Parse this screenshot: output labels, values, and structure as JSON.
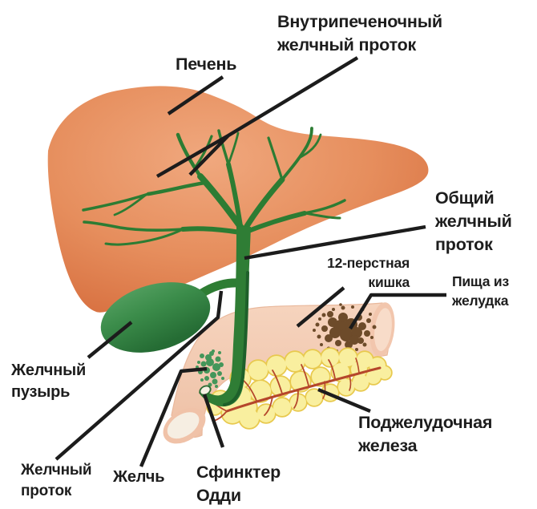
{
  "diagram": {
    "subject": "Желчевыводящая система (печень, желчный пузырь, протоки)",
    "labels": {
      "liver": {
        "text": "Печень"
      },
      "intrahepatic_duct": {
        "text": "Внутрипеченочный\nжелчный проток"
      },
      "common_bile_duct": {
        "text": "Общий\nжелчный\nпроток"
      },
      "duodenum": {
        "text": "12-перстная\nкишка"
      },
      "food_from_stomach": {
        "text": "Пища из\nжелудка"
      },
      "gallbladder": {
        "text": "Желчный\nпузырь"
      },
      "bile_duct": {
        "text": "Желчный\nпроток"
      },
      "bile": {
        "text": "Желчь"
      },
      "sphincter_of_oddi": {
        "text": "Сфинктер\nОдди"
      },
      "pancreas": {
        "text": "Поджелудочная\nжелеза"
      }
    },
    "colors": {
      "background": "#ffffff",
      "label_text": "#1d1d1d",
      "pointer_line": "#1c1c1c",
      "liver_center": "#efa57b",
      "liver_edge": "#d76f3f",
      "bile_duct_green": "#2d7c34",
      "bile_duct_shadow": "#1e602a",
      "gallbladder_light": "#529f60",
      "gallbladder_dark": "#277036",
      "duodenum_pink": "#f4cab2",
      "duodenum_inner_left": "#f6eee2",
      "duodenum_inner_right": "#f8dcc9",
      "pancreas_fill": "#f9ef9f",
      "pancreas_edge": "#e8c94e",
      "pancreatic_duct_red": "#b5462b",
      "food_brown": "#6d4b2a",
      "bile_particles_green": "#44965a"
    }
  }
}
